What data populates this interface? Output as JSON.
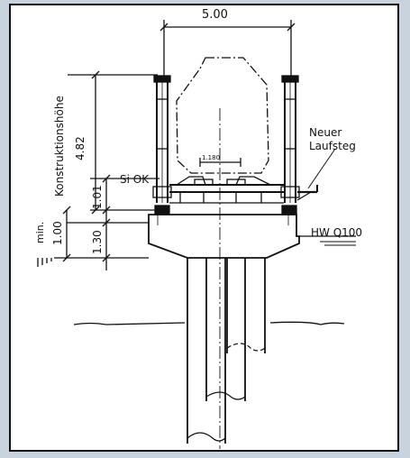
{
  "labels": {
    "width": "5.00",
    "height_total": "4.82",
    "construction_height": "Konstruktionshöhe",
    "si_ok": "Si OK",
    "dim_101": "1.01",
    "dim_100": "1.00",
    "min": "min.",
    "dim_130": "1.30",
    "hw": "HW Q100",
    "gauge": "1.180",
    "new_walkway": [
      "Neuer",
      "Laufsteg"
    ]
  }
}
